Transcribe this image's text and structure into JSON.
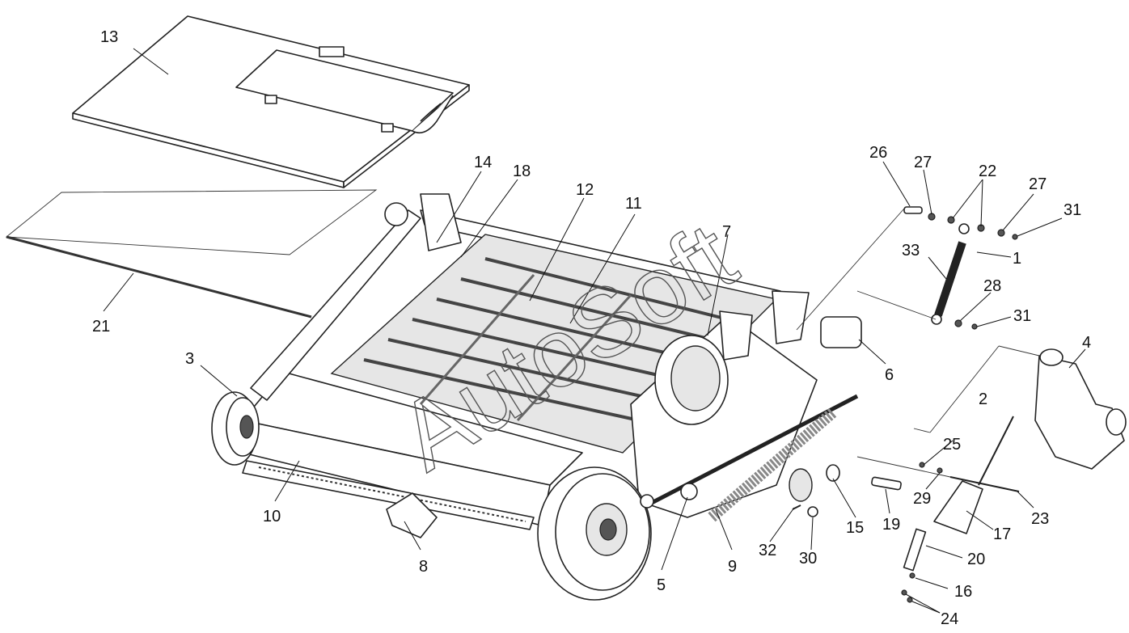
{
  "watermark": "AutoSoft",
  "callouts": [
    {
      "id": "c13",
      "label": "13"
    },
    {
      "id": "c21",
      "label": "21"
    },
    {
      "id": "c14",
      "label": "14"
    },
    {
      "id": "c18",
      "label": "18"
    },
    {
      "id": "c12",
      "label": "12"
    },
    {
      "id": "c11",
      "label": "11"
    },
    {
      "id": "c7",
      "label": "7"
    },
    {
      "id": "c3",
      "label": "3"
    },
    {
      "id": "c10",
      "label": "10"
    },
    {
      "id": "c8",
      "label": "8"
    },
    {
      "id": "c5",
      "label": "5"
    },
    {
      "id": "c9",
      "label": "9"
    },
    {
      "id": "c32",
      "label": "32"
    },
    {
      "id": "c30",
      "label": "30"
    },
    {
      "id": "c15",
      "label": "15"
    },
    {
      "id": "c19",
      "label": "19"
    },
    {
      "id": "c26",
      "label": "26"
    },
    {
      "id": "c27a",
      "label": "27"
    },
    {
      "id": "c22",
      "label": "22"
    },
    {
      "id": "c27b",
      "label": "27"
    },
    {
      "id": "c31a",
      "label": "31"
    },
    {
      "id": "c1",
      "label": "1"
    },
    {
      "id": "c33",
      "label": "33"
    },
    {
      "id": "c28",
      "label": "28"
    },
    {
      "id": "c31b",
      "label": "31"
    },
    {
      "id": "c6",
      "label": "6"
    },
    {
      "id": "c4",
      "label": "4"
    },
    {
      "id": "c2",
      "label": "2"
    },
    {
      "id": "c25",
      "label": "25"
    },
    {
      "id": "c29",
      "label": "29"
    },
    {
      "id": "c23",
      "label": "23"
    },
    {
      "id": "c17",
      "label": "17"
    },
    {
      "id": "c20",
      "label": "20"
    },
    {
      "id": "c16",
      "label": "16"
    },
    {
      "id": "c24",
      "label": "24"
    }
  ]
}
